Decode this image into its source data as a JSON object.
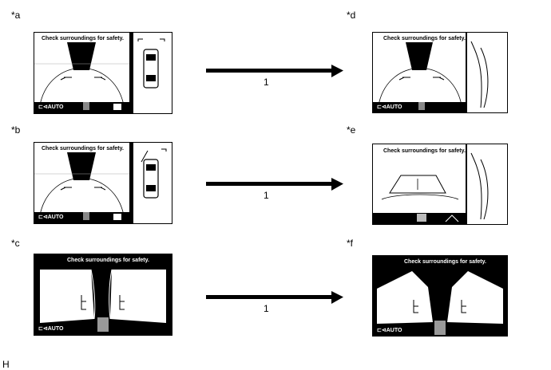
{
  "labels": {
    "a": "*a",
    "b": "*b",
    "c": "*c",
    "d": "*d",
    "e": "*e",
    "f": "*f",
    "footer": "H"
  },
  "message": "Check surroundings for safety.",
  "auto_label": "AUTO",
  "step_label": "1"
}
